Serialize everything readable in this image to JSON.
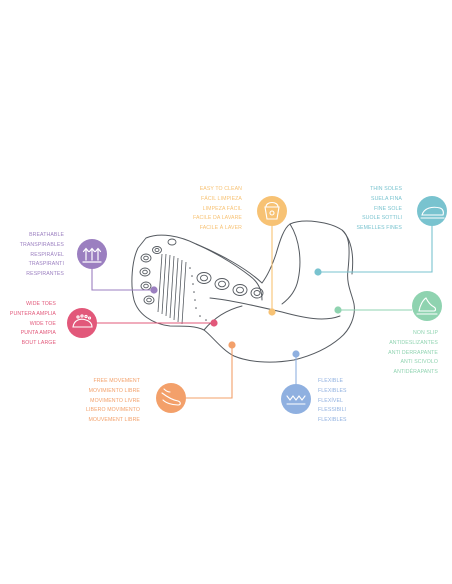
{
  "colors": {
    "breathable": "#9b7fc0",
    "wide_toes": "#e2587a",
    "free_movement": "#f3a06a",
    "easy_to_clean": "#f7c274",
    "thin_soles": "#79c3cf",
    "flexible": "#8fb0e0",
    "non_slip": "#8fd3b0",
    "outline": "#555a60"
  },
  "features": {
    "breathable": {
      "icon": "breathable-arrows-icon",
      "lines": [
        "BREATHABLE",
        "TRANSPIRABLES",
        "RESPIRÁVEL",
        "TRASPIRANTI",
        "RESPIRANTES"
      ]
    },
    "wide_toes": {
      "icon": "foot-toes-icon",
      "lines": [
        "WIDE TOES",
        "PUNTERA AMPLIA",
        "WIDE TOE",
        "PUNTA AMPIA",
        "BOUT LARGE"
      ]
    },
    "free_movement": {
      "icon": "foot-movement-icon",
      "lines": [
        "FREE MOVEMENT",
        "MOVIMIENTO LIBRE",
        "MOVIMENTO LIVRE",
        "LIBERO MOVIMENTO",
        "MOUVEMENT LIBRE"
      ]
    },
    "easy_to_clean": {
      "icon": "bucket-clean-icon",
      "lines": [
        "EASY TO CLEAN",
        "FÁCIL LIMPIEZA",
        "LIMPEZA FÁCIL",
        "FACILE DA LAVARE",
        "FACILE À LAVER"
      ]
    },
    "thin_soles": {
      "icon": "thin-sole-shoe-icon",
      "lines": [
        "THIN SOLES",
        "SUELA FINA",
        "FINE SOLE",
        "SUOLE SOTTILI",
        "SEMELLES FINES"
      ]
    },
    "flexible": {
      "icon": "flexible-wave-icon",
      "lines": [
        "FLEXIBLE",
        "FLEXIBLES",
        "FLEXÍVEL",
        "FLESSIBILI",
        "FLEXIBLES"
      ]
    },
    "non_slip": {
      "icon": "non-slip-foot-icon",
      "lines": [
        "NON SLIP",
        "ANTIDESLIZANTES",
        "ANTI DERRAPANTE",
        "ANTI SCIVOLO",
        "ANTIDÉRAPANTS"
      ]
    }
  }
}
